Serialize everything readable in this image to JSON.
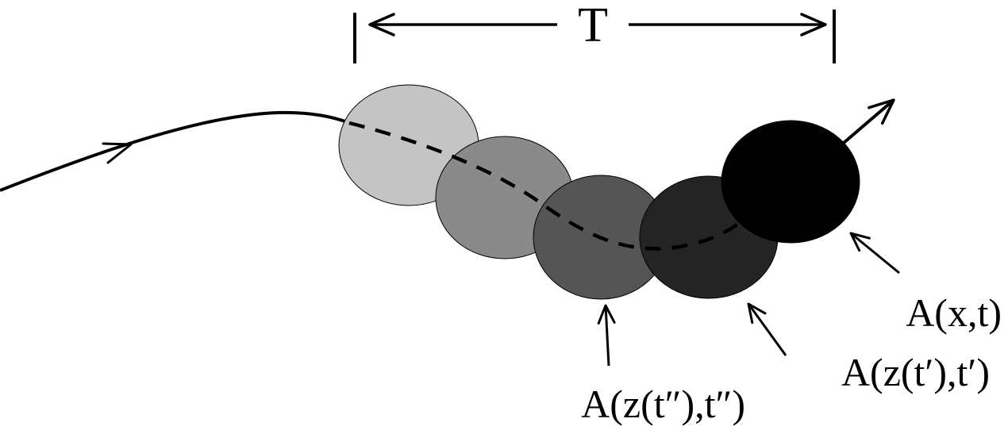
{
  "diagram": {
    "interval_label": "T",
    "labels": {
      "current": "A(x,t)",
      "prime": "A(z(t′),t′)",
      "double_prime": "A(z(t″),t″)"
    },
    "circle_colors": [
      "#c4c4c4",
      "#8a8a8a",
      "#555555",
      "#242424",
      "#000000"
    ]
  }
}
